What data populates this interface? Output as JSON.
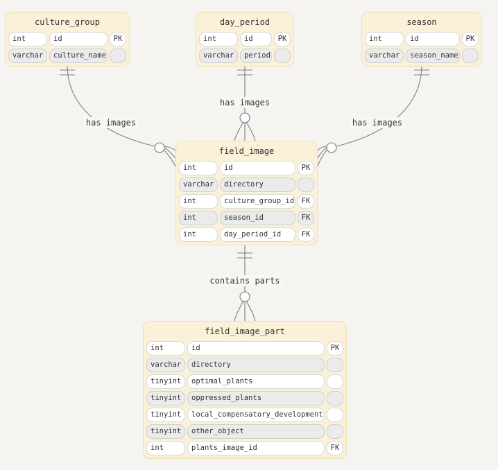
{
  "diagram": {
    "type": "entity-relationship",
    "entities": [
      {
        "name": "culture_group",
        "columns": [
          {
            "type": "int",
            "name": "id",
            "key": "PK"
          },
          {
            "type": "varchar",
            "name": "culture_name",
            "key": ""
          }
        ]
      },
      {
        "name": "day_period",
        "columns": [
          {
            "type": "int",
            "name": "id",
            "key": "PK"
          },
          {
            "type": "varchar",
            "name": "period",
            "key": ""
          }
        ]
      },
      {
        "name": "season",
        "columns": [
          {
            "type": "int",
            "name": "id",
            "key": "PK"
          },
          {
            "type": "varchar",
            "name": "season_name",
            "key": ""
          }
        ]
      },
      {
        "name": "field_image",
        "columns": [
          {
            "type": "int",
            "name": "id",
            "key": "PK"
          },
          {
            "type": "varchar",
            "name": "directory",
            "key": ""
          },
          {
            "type": "int",
            "name": "culture_group_id",
            "key": "FK"
          },
          {
            "type": "int",
            "name": "season_id",
            "key": "FK"
          },
          {
            "type": "int",
            "name": "day_period_id",
            "key": "FK"
          }
        ]
      },
      {
        "name": "field_image_part",
        "columns": [
          {
            "type": "int",
            "name": "id",
            "key": "PK"
          },
          {
            "type": "varchar",
            "name": "directory",
            "key": ""
          },
          {
            "type": "tinyint",
            "name": "optimal_plants",
            "key": ""
          },
          {
            "type": "tinyint",
            "name": "oppressed_plants",
            "key": ""
          },
          {
            "type": "tinyint",
            "name": "local_compensatory_development",
            "key": ""
          },
          {
            "type": "tinyint",
            "name": "other_object",
            "key": ""
          },
          {
            "type": "int",
            "name": "plants_image_id",
            "key": "FK"
          }
        ]
      }
    ],
    "relationships": [
      {
        "from": "culture_group",
        "to": "field_image",
        "label": "has images",
        "cardinality": "exactly-one to zero-or-many"
      },
      {
        "from": "day_period",
        "to": "field_image",
        "label": "has images",
        "cardinality": "exactly-one to zero-or-many"
      },
      {
        "from": "season",
        "to": "field_image",
        "label": "has images",
        "cardinality": "exactly-one to zero-or-many"
      },
      {
        "from": "field_image",
        "to": "field_image_part",
        "label": "contains parts",
        "cardinality": "exactly-one to zero-or-many"
      }
    ],
    "colors": {
      "background": "#f5f4f1",
      "entity_fill": "#fbf0d8",
      "entity_border": "#f0dfb8",
      "row_odd": "#ffffff",
      "row_even": "#ebebeb",
      "line": "#7e7e7e",
      "text": "#333333",
      "label_background": "#f7f7f4"
    }
  }
}
